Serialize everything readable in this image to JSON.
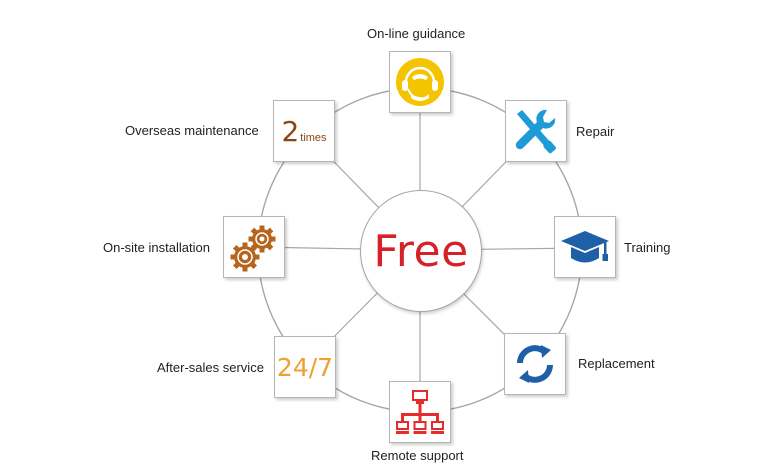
{
  "center": {
    "label": "Free"
  },
  "nodes": {
    "guidance": {
      "label": "On-line guidance",
      "icon": "headset-icon"
    },
    "repair": {
      "label": "Repair",
      "icon": "wrench-screwdriver-icon"
    },
    "training": {
      "label": "Training",
      "icon": "graduation-cap-icon"
    },
    "replacement": {
      "label": "Replacement",
      "icon": "refresh-arrows-icon"
    },
    "remote": {
      "label": "Remote support",
      "icon": "network-icon"
    },
    "aftersales": {
      "label": "After-sales service",
      "icon_text": "24/7"
    },
    "installation": {
      "label": "On-site installation",
      "icon": "gears-icon"
    },
    "overseas": {
      "label": "Overseas maintenance",
      "icon_text_big": "2",
      "icon_text_small": "times"
    }
  },
  "colors": {
    "center_text": "#d4212a",
    "headset": "#f5c400",
    "repair": "#1e9bd7",
    "training": "#1f5fa8",
    "replacement": "#1f5fa8",
    "remote": "#e52b2b",
    "hours": "#f0a030",
    "gears": "#b5651d",
    "times": "#8b4513"
  }
}
